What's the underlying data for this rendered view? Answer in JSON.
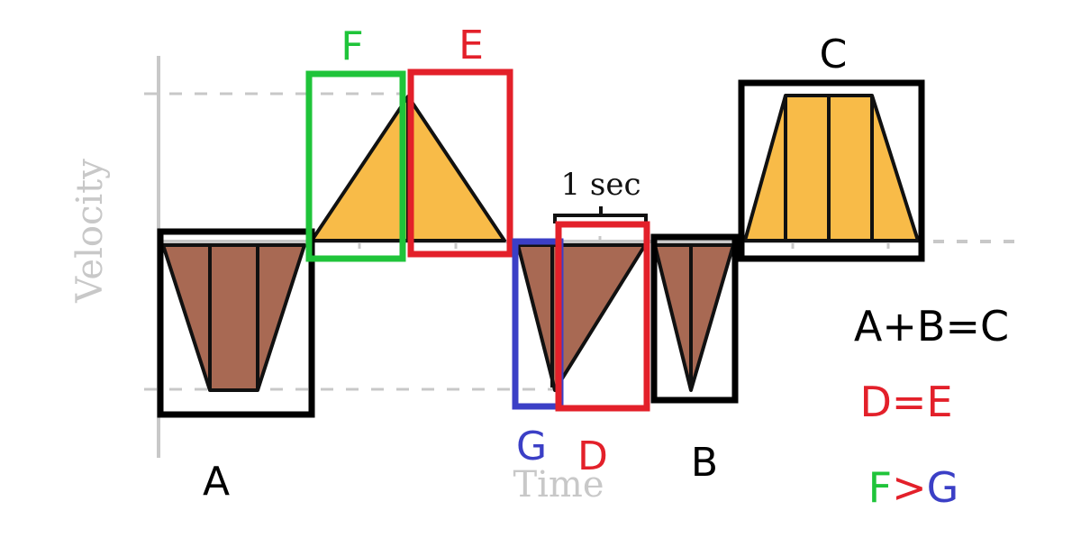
{
  "axes": {
    "y_label": "Velocity",
    "x_label": "Time",
    "interval_label": "1 sec",
    "axis_color": "#c8c8c8"
  },
  "regions": {
    "A": {
      "label": "A",
      "color": "#000000"
    },
    "B": {
      "label": "B",
      "color": "#000000"
    },
    "C": {
      "label": "C",
      "color": "#000000"
    },
    "D": {
      "label": "D",
      "color": "#e3202a"
    },
    "E": {
      "label": "E",
      "color": "#e3202a"
    },
    "F": {
      "label": "F",
      "color": "#1fc43a"
    },
    "G": {
      "label": "G",
      "color": "#3b3fc6"
    }
  },
  "fills": {
    "positive": "#f8bb48",
    "negative": "#a86953"
  },
  "equations": {
    "abc": {
      "text": "A+B=C",
      "color": "#000000"
    },
    "de": {
      "text": "D=E",
      "color": "#e3202a"
    },
    "fg": {
      "left": "F",
      "op": ">",
      "right": "G",
      "left_color": "#1fc43a",
      "op_color": "#e3202a",
      "right_color": "#3b3fc6"
    }
  }
}
